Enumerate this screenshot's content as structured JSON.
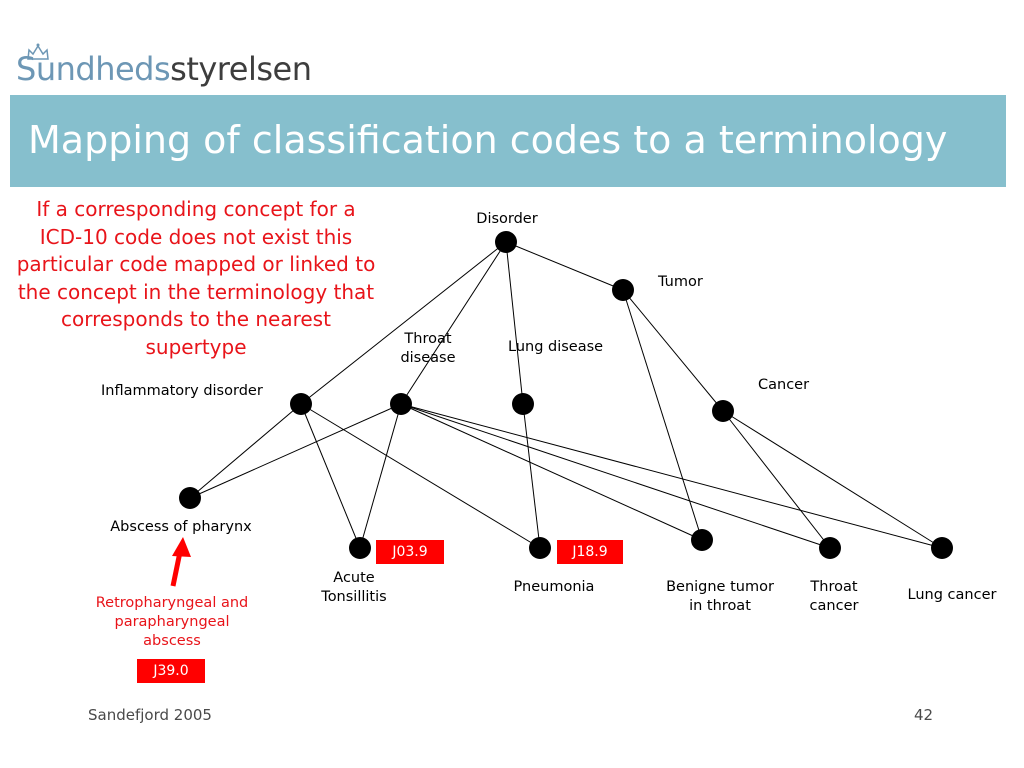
{
  "logo": {
    "part1": "Sundheds",
    "part2": "styrelsen"
  },
  "title": "Mapping of classification codes to a terminology",
  "note": "If a corresponding concept for a ICD-10 code does not exist this particular code mapped or linked to the concept in the terminology that corresponds to the nearest supertype",
  "nodes": {
    "disorder": [
      "Disorder"
    ],
    "tumor": [
      "Tumor"
    ],
    "throat_disease": [
      "Throat",
      "disease"
    ],
    "lung_disease": [
      "Lung disease"
    ],
    "cancer": [
      "Cancer"
    ],
    "inflammatory_disorder": [
      "Inflammatory disorder"
    ],
    "abscess_of_pharynx": [
      "Abscess of pharynx"
    ],
    "acute_tonsillitis": [
      "Acute",
      "Tonsillitis"
    ],
    "pneumonia": [
      "Pneumonia"
    ],
    "benigne_tumor": [
      "Benigne tumor",
      "in throat"
    ],
    "throat_cancer": [
      "Throat",
      "cancer"
    ],
    "lung_cancer": [
      "Lung cancer"
    ]
  },
  "retro_label": [
    "Retropharyngeal and",
    "parapharyngeal",
    "abscess"
  ],
  "codes": {
    "tonsillitis": "J03.9",
    "pneumonia": "J18.9",
    "retro": "J39.0"
  },
  "colors": {
    "title_bar": "#86bfcd",
    "accent_red": "#e8141a",
    "code_box": "#ff0000"
  },
  "footer": {
    "left": "Sandefjord 2005",
    "right": "42"
  }
}
